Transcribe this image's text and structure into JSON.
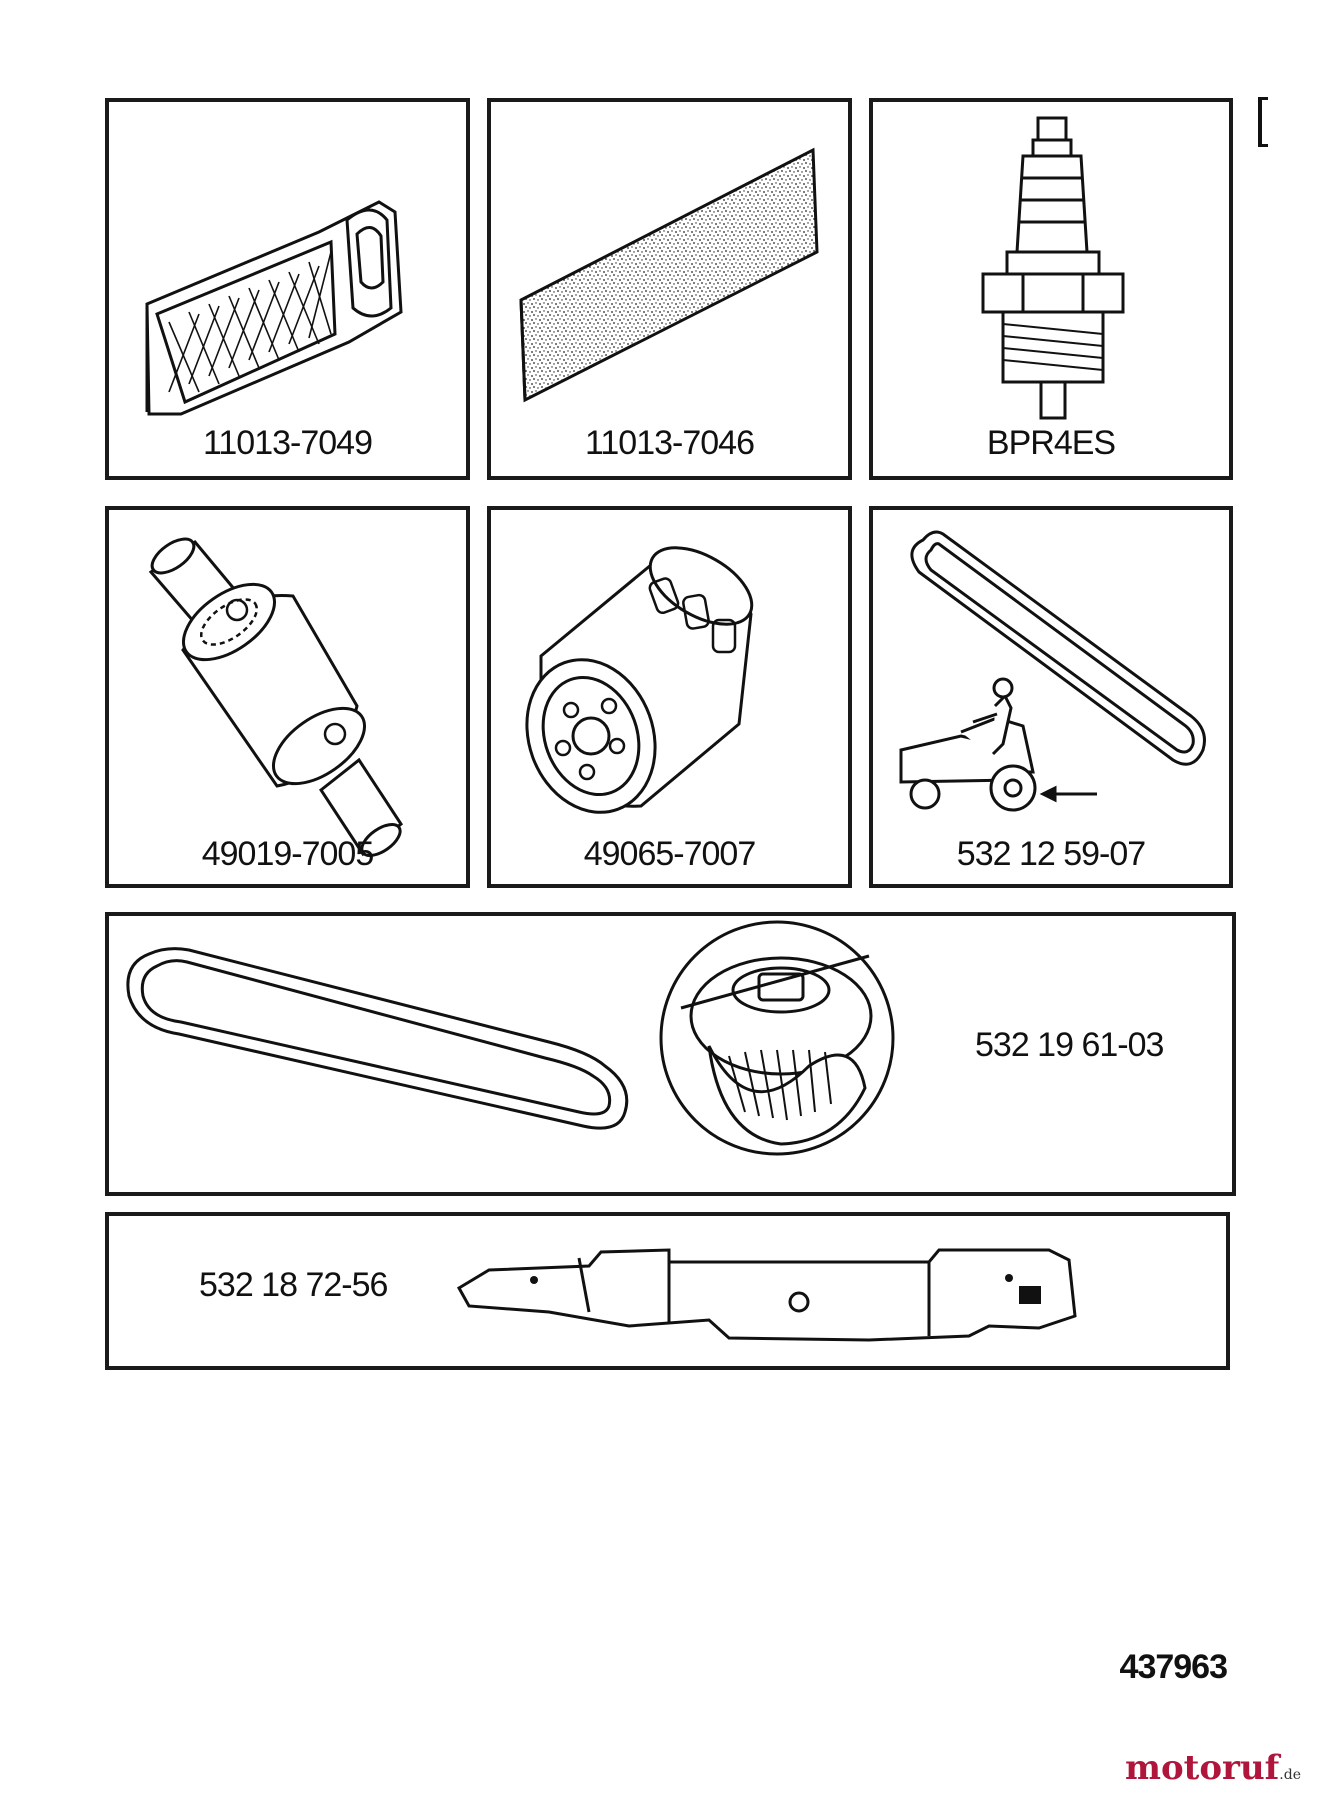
{
  "parts": [
    {
      "name": "air-filter",
      "part_number": "11013-7049"
    },
    {
      "name": "pre-filter",
      "part_number": "11013-7046"
    },
    {
      "name": "spark-plug",
      "part_number": "BPR4ES"
    },
    {
      "name": "fuel-filter",
      "part_number": "49019-7005"
    },
    {
      "name": "oil-filter",
      "part_number": "49065-7007"
    },
    {
      "name": "drive-belt",
      "part_number": "532 12 59-07"
    },
    {
      "name": "belt-and-pulley-kit",
      "part_number": "532 19 61-03"
    },
    {
      "name": "mower-blade",
      "part_number": "532 18 72-56"
    }
  ],
  "document_number": "437963",
  "watermark": {
    "brand": "motoruf",
    "domain": ".de",
    "color": "#b0153b"
  }
}
